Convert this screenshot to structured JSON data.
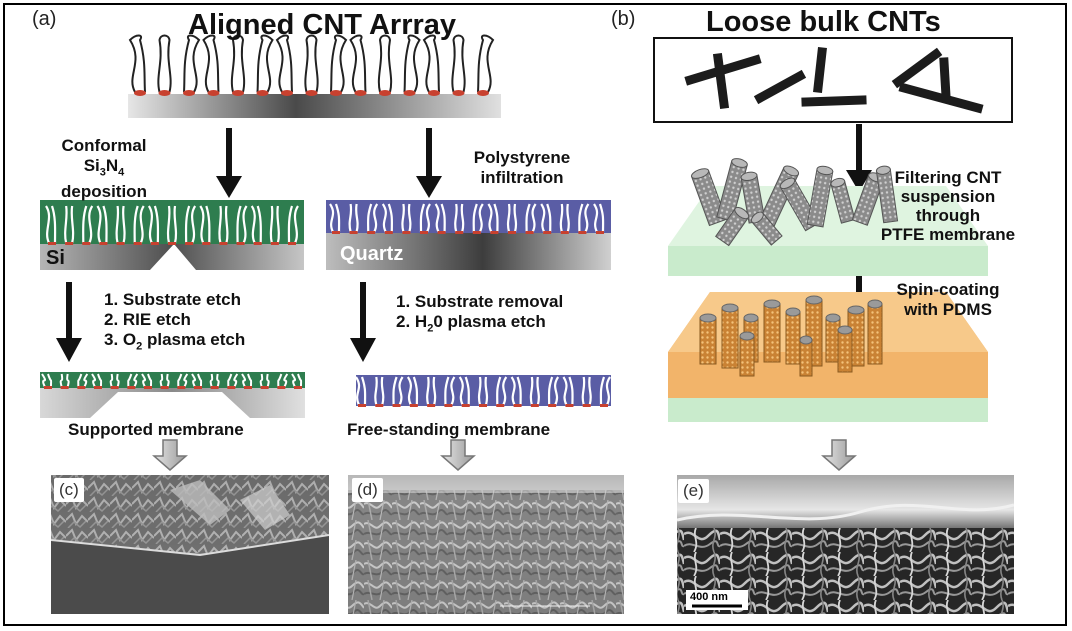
{
  "panels": {
    "a": {
      "label": "(a)",
      "title": "Aligned CNT Arrray"
    },
    "b": {
      "label": "(b)",
      "title": "Loose bulk CNTs"
    },
    "c": {
      "label": "(c)"
    },
    "d": {
      "label": "(d)"
    },
    "e": {
      "label": "(e)",
      "scale_bar": "400 nm"
    }
  },
  "left_branch": {
    "step_line1": "Conformal",
    "step_line2_main": "Si",
    "step_line2_sub1": "3",
    "step_line2_mid": "N",
    "step_line2_sub2": "4",
    "step_line3": "deposition",
    "substrate": "Si",
    "etch_1": "1. Substrate etch",
    "etch_2": "2. RIE etch",
    "etch_3_pre": "3. O",
    "etch_3_sub": "2",
    "etch_3_post": " plasma etch",
    "result": "Supported membrane"
  },
  "right_branch": {
    "step_line1": "Polystyrene",
    "step_line2": "infiltration",
    "substrate": "Quartz",
    "step_1": "1. Substrate removal",
    "step_2_pre": "2. H",
    "step_2_sub": "2",
    "step_2_post": "0 plasma etch",
    "result": "Free-standing membrane"
  },
  "bulk_branch": {
    "filter_1": "Filtering CNT",
    "filter_2": "suspension",
    "filter_3": "through",
    "filter_4": "PTFE membrane",
    "spin_1": "Spin-coating",
    "spin_2": "with PDMS"
  },
  "colors": {
    "green": "#2e7d4f",
    "purple": "#5a5da5",
    "red_tip": "#c8412f",
    "orange": "#f2b46a",
    "lightgreen": "#c9ebcc",
    "gray": "#9a9a9a"
  }
}
